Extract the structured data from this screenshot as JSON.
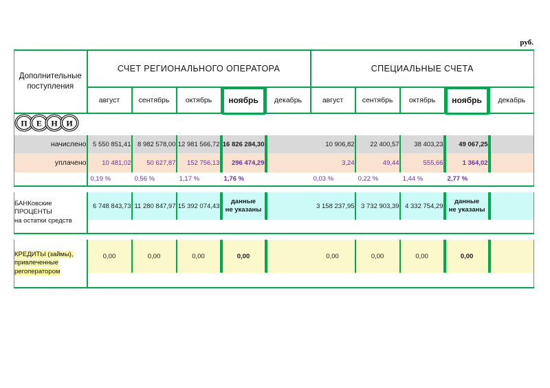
{
  "units_label": "руб.",
  "header": {
    "row_label_title": "Дополнительные поступления",
    "groups": [
      {
        "name": "account-regional-operator",
        "title": "СЧЕТ РЕГИОНАЛЬНОГО ОПЕРАТОРА"
      },
      {
        "name": "special-accounts",
        "title": "СПЕЦИАЛЬНЫЕ СЧЕТА"
      }
    ],
    "months": [
      "август",
      "сентябрь",
      "октябрь",
      "ноябрь",
      "декабрь"
    ],
    "selected_month": "ноябрь",
    "selected_month_index": 3
  },
  "sections": {
    "penalties": {
      "logo_letters": [
        "П",
        "Е",
        "Н",
        "И"
      ],
      "logo_text": "ПЕНИ",
      "rows": [
        {
          "label": "начислено",
          "ro": [
            "5 550 851,41",
            "8 982 578,00",
            "12 981 566,72",
            "16 826 284,30",
            ""
          ],
          "spec": [
            "10 906,82",
            "22 400,57",
            "38 403,23",
            "49 067,25",
            ""
          ]
        },
        {
          "label": "уплачено",
          "ro": [
            "10 481,02",
            "50 627,87",
            "152 756,13",
            "296 474,29",
            ""
          ],
          "spec": [
            "3,24",
            "49,44",
            "555,66",
            "1 364,02",
            ""
          ]
        },
        {
          "label": "",
          "ro": [
            "0,19 %",
            "0,56 %",
            "1,17 %",
            "1,76 %",
            ""
          ],
          "spec": [
            "0,03 %",
            "0,22 %",
            "1,44 %",
            "2,77 %",
            ""
          ]
        }
      ]
    },
    "bank_interest": {
      "label_line1": "БАНКовские",
      "label_line2": "ПРОЦЕНТЫ",
      "label_line3": "на остатки средств",
      "ro": [
        "6 748 843,73",
        "11 280 847,97",
        "15 392 074,43",
        "данные\nне указаны",
        ""
      ],
      "spec": [
        "3 158 237,95",
        "3 732 903,39",
        "4 332 754,29",
        "данные\nне указаны",
        ""
      ]
    },
    "credits": {
      "label_line1": "КРЕДИТЫ (займы),",
      "label_line2": "привлеченные",
      "label_line3": "регоператором",
      "ro": [
        "0,00",
        "0,00",
        "0,00",
        "0,00",
        ""
      ],
      "spec": [
        "0,00",
        "0,00",
        "0,00",
        "0,00",
        ""
      ]
    }
  },
  "colors": {
    "green": "#00a94f",
    "gray_row": "#d9d9d9",
    "peach_row": "#fae2d0",
    "cyan_row": "#ccfbf7",
    "yellow_row": "#fbf8cc",
    "purple_text": "#6b2fa0"
  }
}
